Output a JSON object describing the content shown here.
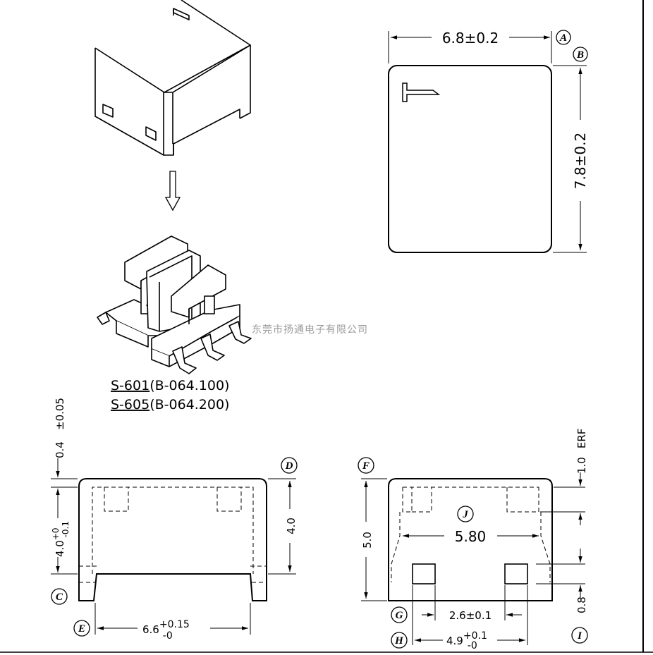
{
  "top_view": {
    "width_dim": "6.8±0.2",
    "height_dim": "7.8±0.2",
    "label_a": "A",
    "label_b": "B"
  },
  "part_numbers": [
    {
      "part": "S-601",
      "code": "(B-064.100)"
    },
    {
      "part": "S-605",
      "code": "(B-064.200)"
    }
  ],
  "watermark": "东莞市扬通电子有限公司",
  "front_view": {
    "label_c": "C",
    "label_d": "D",
    "label_e": "E",
    "top_thickness": "0.4",
    "top_tol": "±0.05",
    "left_height_base": "4.0",
    "left_height_tol_up": "+0",
    "left_height_tol_dn": "-0.1",
    "right_height": "4.0",
    "bottom_width_base": "6.6",
    "bottom_width_tol_up": "+0.15",
    "bottom_width_tol_dn": "-0"
  },
  "side_view": {
    "label_f": "F",
    "label_g": "G",
    "label_h": "H",
    "label_i": "I",
    "label_j": "J",
    "height": "5.0",
    "inner_width": "5.80",
    "top_offset": "1.0",
    "top_offset_ref": "ERF",
    "slot_width": "2.6±0.1",
    "outer_span_base": "4.9",
    "outer_span_tol_up": "+0.1",
    "outer_span_tol_dn": "-0",
    "bottom_gap": "0.8"
  }
}
